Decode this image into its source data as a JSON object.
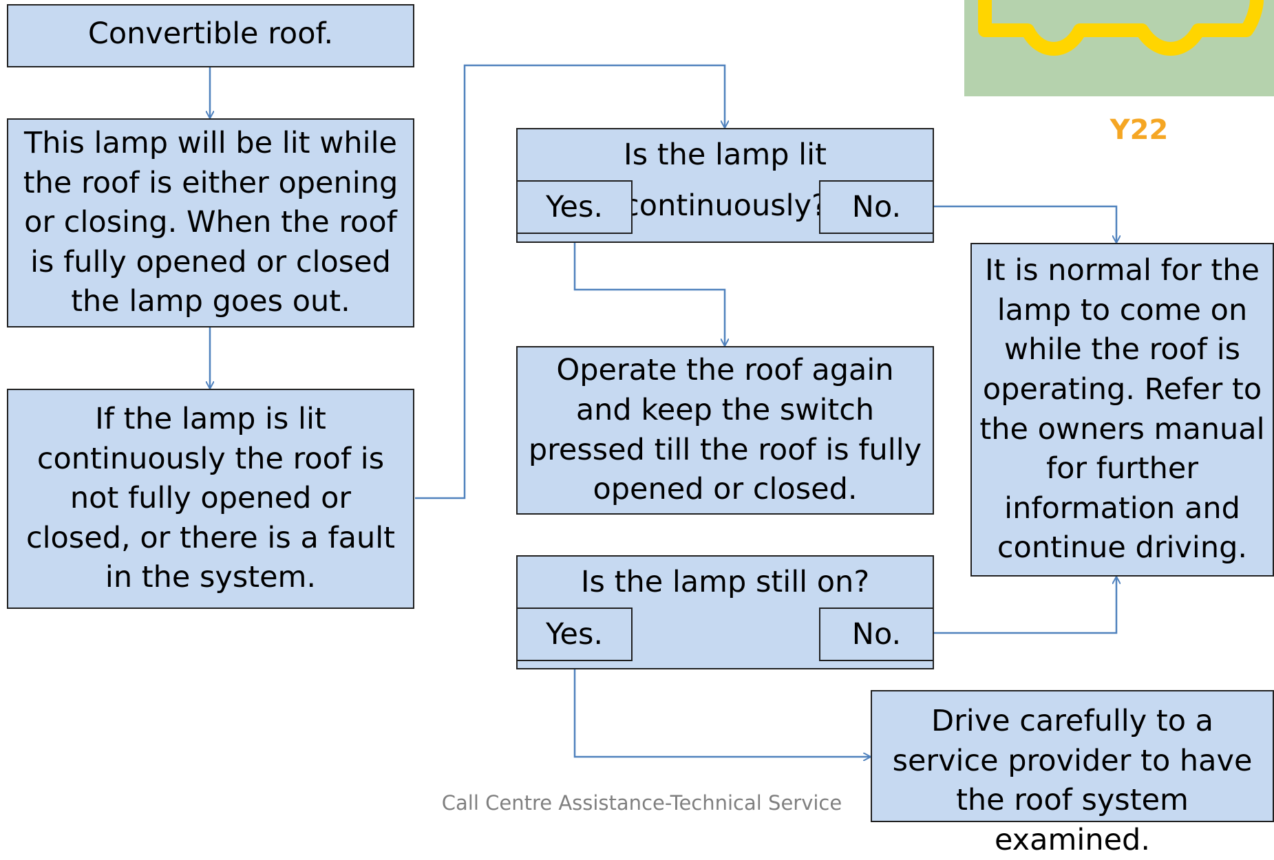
{
  "boxes": {
    "convertible_roof": "Convertible roof.",
    "lamp_lit_info": "This lamp will be lit while the roof is either opening or closing. When the roof is fully opened or closed the lamp goes out.",
    "lamp_fault_info": "If the lamp is lit continuously the roof is not fully opened or closed, or there is a fault in the system.",
    "operate_roof": "Operate the roof again and keep the switch pressed till the roof is fully opened or closed.",
    "normal_info": "It is normal for the lamp to come on while the roof is operating. Refer to the owners manual for further information and continue driving.",
    "drive_carefully": "Drive carefully to a service provider to have the roof system examined."
  },
  "decisions": {
    "continuous": {
      "question": "Is the lamp lit continuously?",
      "yes": "Yes.",
      "no": "No."
    },
    "still_on": {
      "question": "Is the lamp still on?",
      "yes": "Yes.",
      "no": "No."
    }
  },
  "badge": {
    "code": "Y22",
    "icon": "convertible-car-icon"
  },
  "colors": {
    "box_fill": "#c6d9f1",
    "connector": "#4f81bd",
    "badge_code": "#f5a623",
    "icon_yellow": "#ffd500",
    "icon_bg": "#b5d2ad"
  },
  "footer": "Call Centre Assistance-Technical Service"
}
